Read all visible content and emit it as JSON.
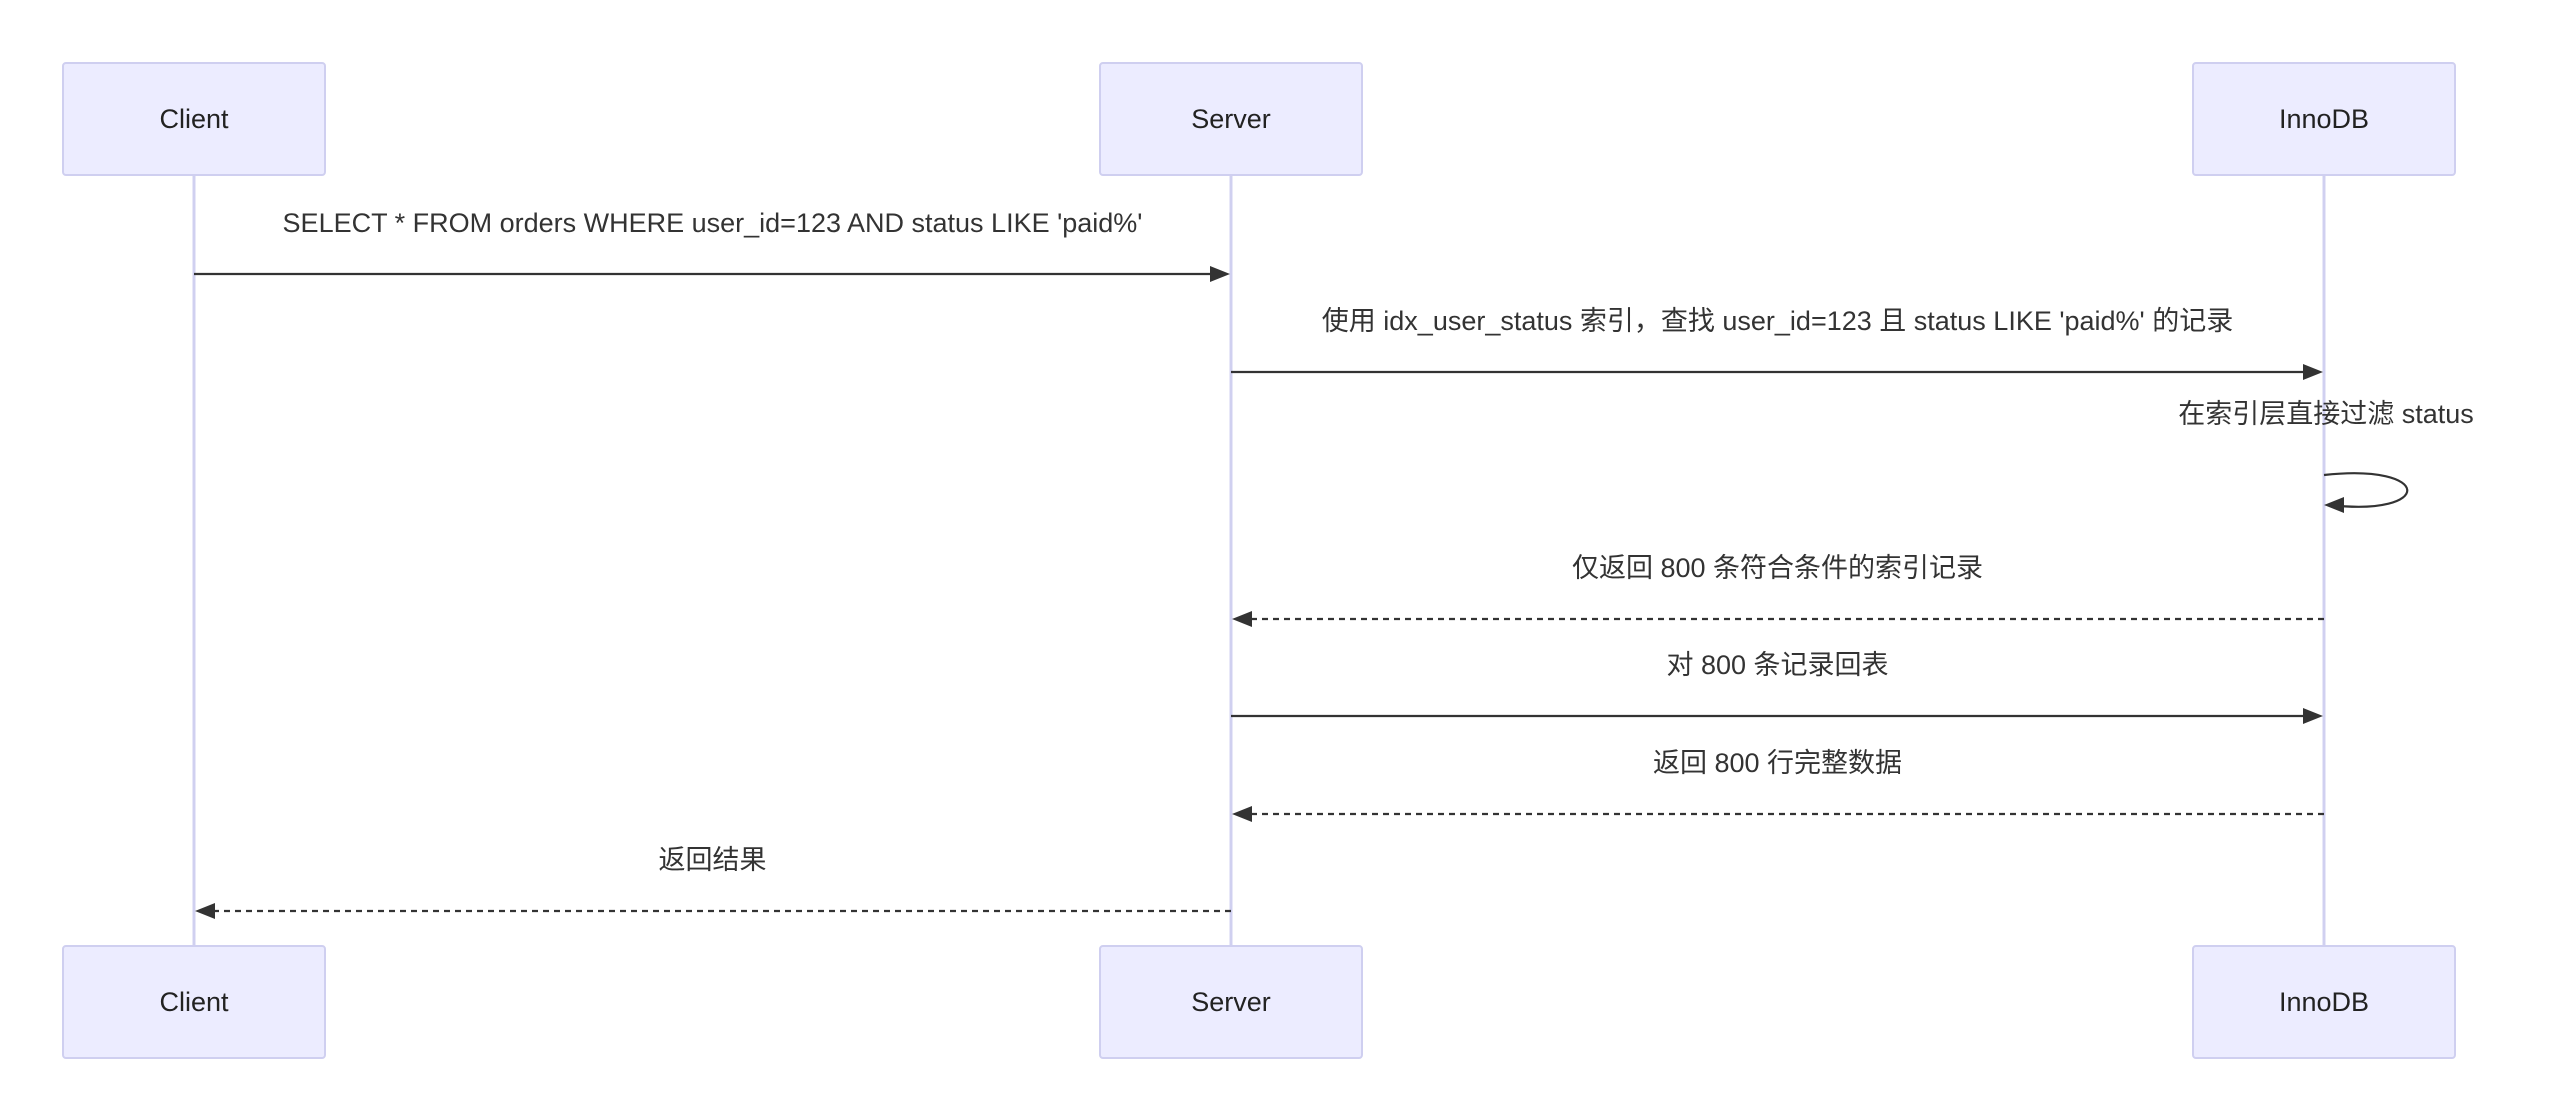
{
  "actors": [
    {
      "id": "client",
      "label": "Client"
    },
    {
      "id": "server",
      "label": "Server"
    },
    {
      "id": "innodb",
      "label": "InnoDB"
    }
  ],
  "messages": [
    {
      "from": "client",
      "to": "server",
      "style": "solid",
      "label": "SELECT * FROM orders WHERE user_id=123 AND status LIKE 'paid%'"
    },
    {
      "from": "server",
      "to": "innodb",
      "style": "solid",
      "label": "使用 idx_user_status 索引，查找 user_id=123 且 status LIKE 'paid%' 的记录"
    },
    {
      "from": "innodb",
      "to": "innodb",
      "style": "solid",
      "label": "在索引层直接过滤 status"
    },
    {
      "from": "innodb",
      "to": "server",
      "style": "dashed",
      "label": "仅返回 800 条符合条件的索引记录"
    },
    {
      "from": "server",
      "to": "innodb",
      "style": "solid",
      "label": "对 800 条记录回表"
    },
    {
      "from": "innodb",
      "to": "server",
      "style": "dashed",
      "label": "返回 800 行完整数据"
    },
    {
      "from": "server",
      "to": "client",
      "style": "dashed",
      "label": "返回结果"
    }
  ]
}
